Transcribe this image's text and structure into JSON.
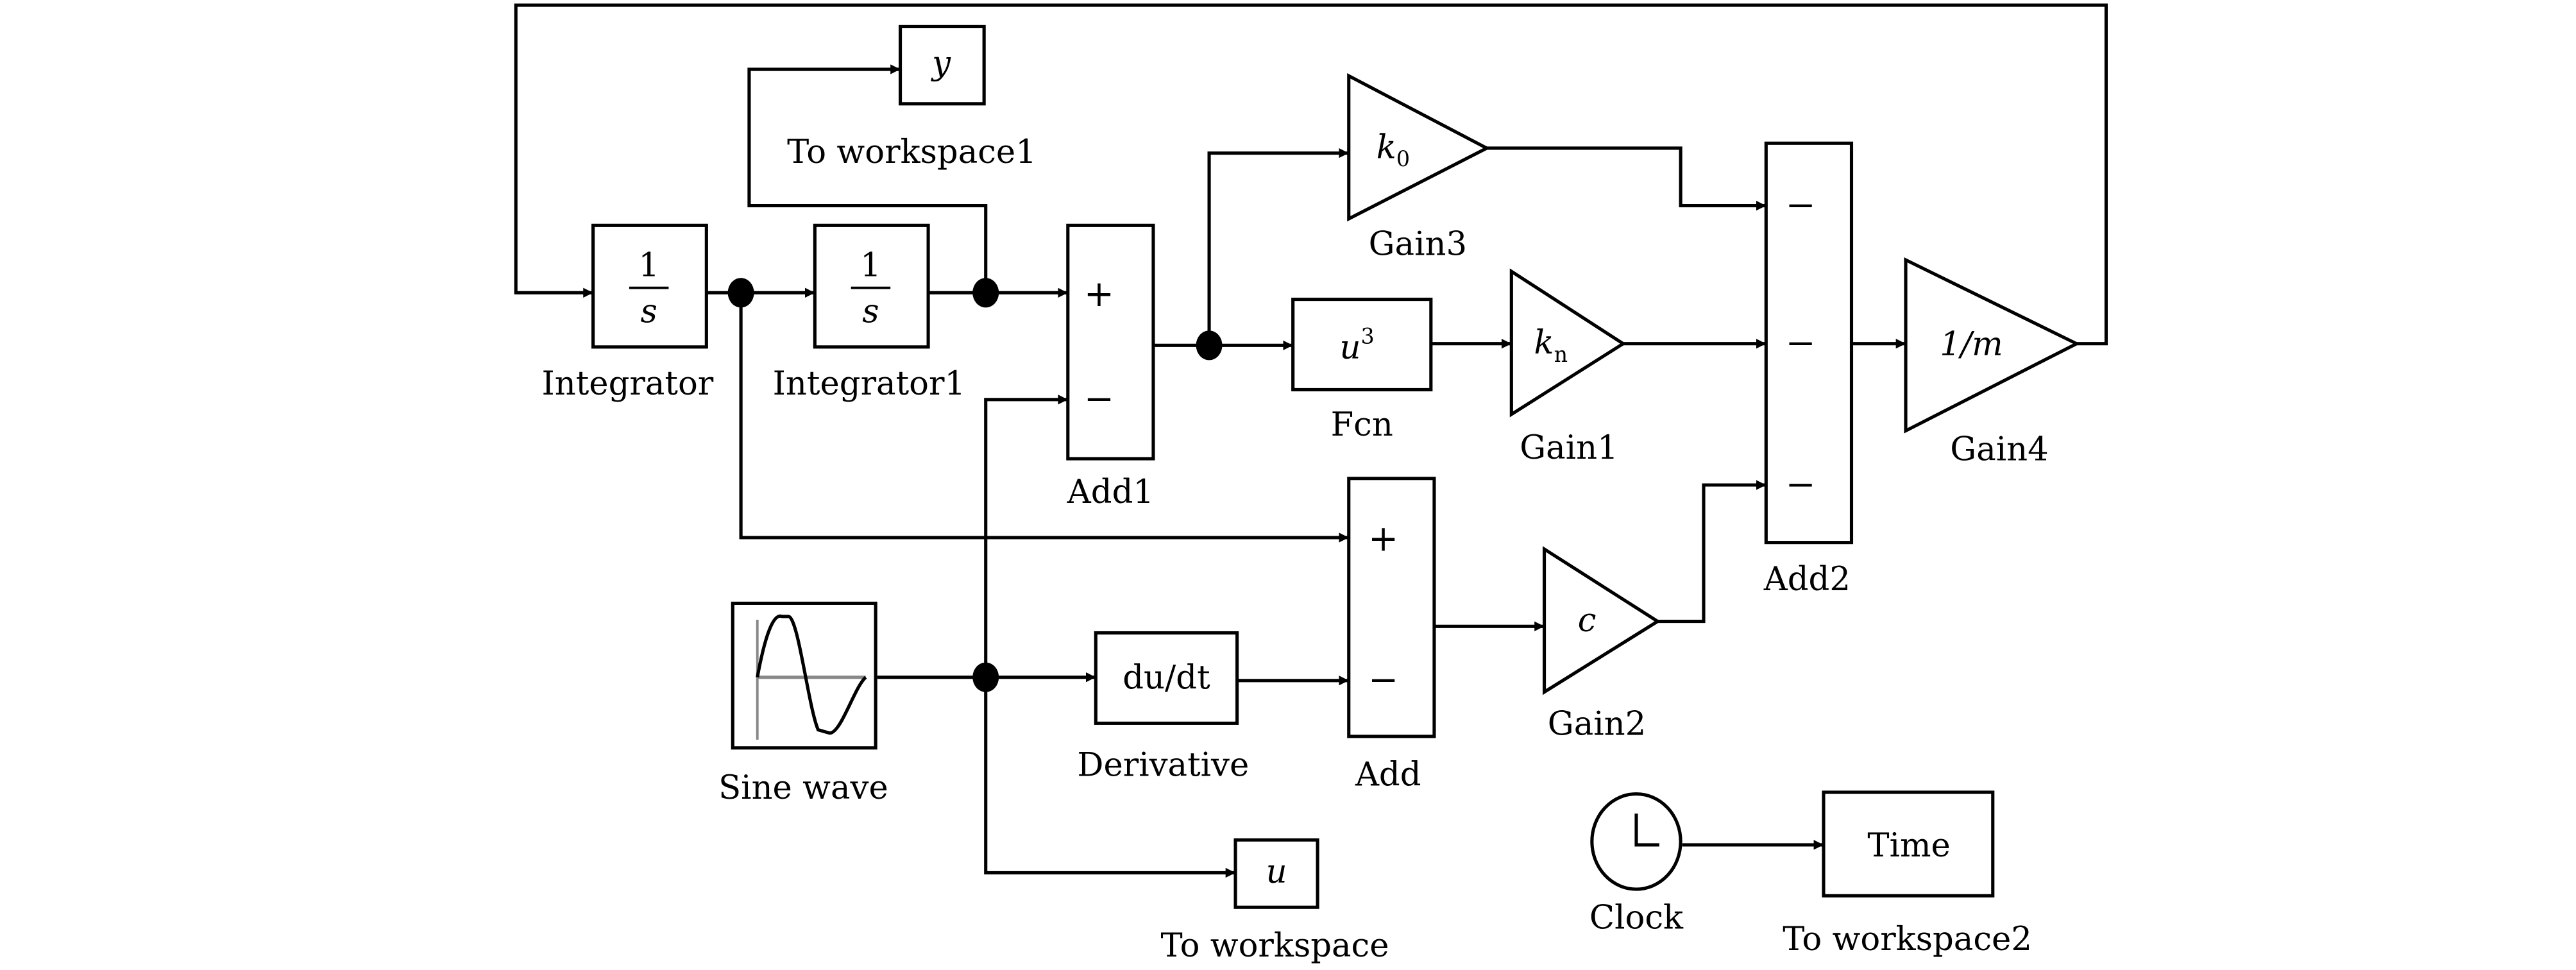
{
  "diagram": {
    "type": "simulink-block-diagram",
    "colors": {
      "stroke": "#000000",
      "background": "#ffffff",
      "sine_axis": "#888888"
    },
    "blocks": {
      "integrator": {
        "name": "Integrator",
        "num": "1",
        "den": "s"
      },
      "integrator1": {
        "name": "Integrator1",
        "num": "1",
        "den": "s"
      },
      "to_workspace1": {
        "name": "To workspace1",
        "var": "y"
      },
      "add1": {
        "name": "Add1",
        "signs": [
          "+",
          "−"
        ]
      },
      "gain3": {
        "name": "Gain3",
        "value": "k",
        "sub": "0"
      },
      "fcn": {
        "name": "Fcn",
        "expr": "u",
        "sup": "3"
      },
      "gain1": {
        "name": "Gain1",
        "value": "k",
        "sub": "n"
      },
      "add2": {
        "name": "Add2",
        "signs": [
          "−",
          "−",
          "−"
        ]
      },
      "gain4": {
        "name": "Gain4",
        "value": "1/m"
      },
      "add": {
        "name": "Add",
        "signs": [
          "+",
          "−"
        ]
      },
      "gain2": {
        "name": "Gain2",
        "value": "c"
      },
      "sine_wave": {
        "name": "Sine wave"
      },
      "derivative": {
        "name": "Derivative",
        "expr": "du/dt"
      },
      "to_workspace": {
        "name": "To workspace",
        "var": "u"
      },
      "clock": {
        "name": "Clock"
      },
      "to_workspace2": {
        "name": "To workspace2",
        "var": "Time"
      }
    }
  }
}
